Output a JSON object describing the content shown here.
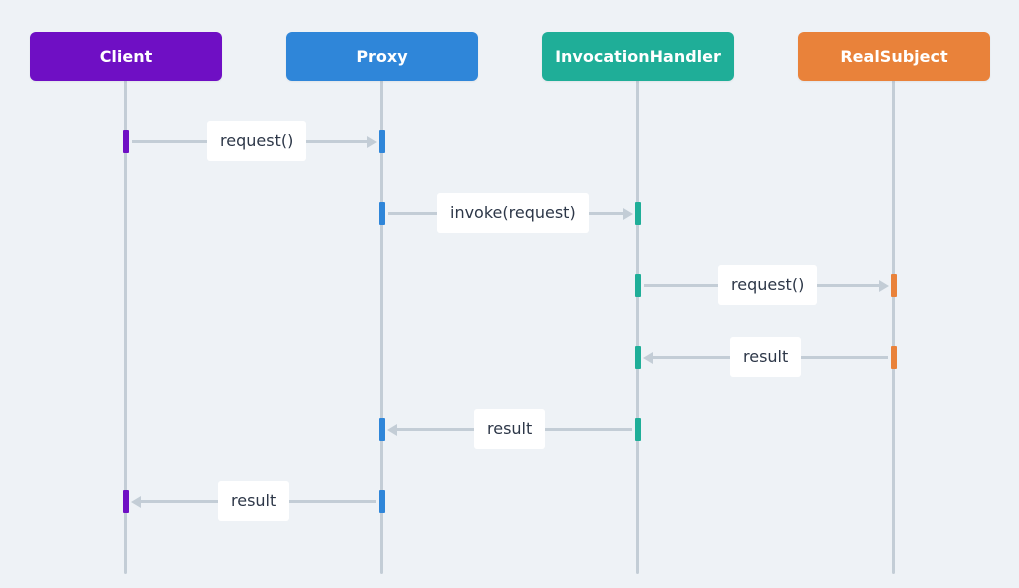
{
  "participants": [
    {
      "name": "Client",
      "color": "#6f0fc4"
    },
    {
      "name": "Proxy",
      "color": "#2f86d9"
    },
    {
      "name": "InvocationHandler",
      "color": "#1fae98"
    },
    {
      "name": "RealSubject",
      "color": "#e9823a"
    }
  ],
  "messages": [
    {
      "from": "Client",
      "to": "Proxy",
      "label": "request()"
    },
    {
      "from": "Proxy",
      "to": "InvocationHandler",
      "label": "invoke(request)"
    },
    {
      "from": "InvocationHandler",
      "to": "RealSubject",
      "label": "request()"
    },
    {
      "from": "RealSubject",
      "to": "InvocationHandler",
      "label": "result"
    },
    {
      "from": "InvocationHandler",
      "to": "Proxy",
      "label": "result"
    },
    {
      "from": "Proxy",
      "to": "Client",
      "label": "result"
    }
  ],
  "colors": {
    "background": "#eef2f6",
    "line": "#c3cdd6",
    "label_text": "#2d3748"
  }
}
